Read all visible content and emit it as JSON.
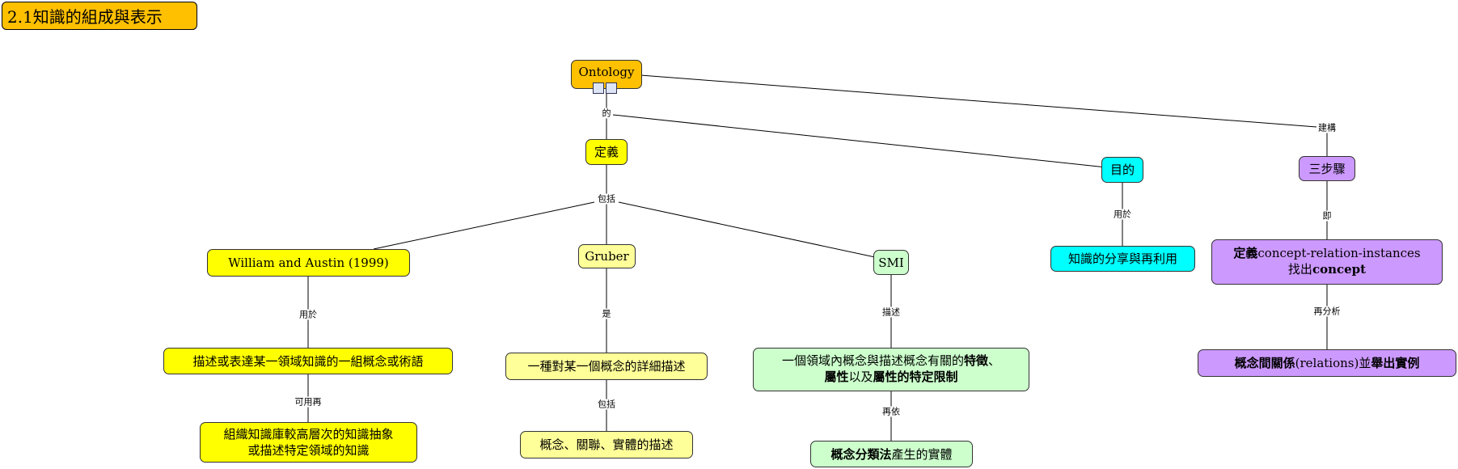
{
  "title": "2.1知識的組成與表示",
  "colors": {
    "orange": "#FFC000",
    "yellow": "#FFFF00",
    "light_yellow": "#FFFF99",
    "light_green": "#CCFFCC",
    "cyan": "#00FFFF",
    "purple": "#CC99FF"
  },
  "nodes": {
    "ontology": "Ontology",
    "definition": "定義",
    "purpose": "目的",
    "three_steps": "三步驟",
    "william": "William and Austin (1999)",
    "gruber": "Gruber",
    "smi": "SMI",
    "william_desc": "描述或表達某一領域知識的一組概念或術語",
    "william_desc2_line1": "組織知識庫較高層次的知識抽象",
    "william_desc2_line2": "或描述特定領域的知識",
    "gruber_desc": "一種對某一個概念的詳細描述",
    "gruber_desc2": "概念、關聯、實體的描述",
    "smi_desc_a": "一個領域內概念與描述概念有關的",
    "smi_desc_b": "特徵",
    "smi_desc_c": "、",
    "smi_desc_d": "屬性",
    "smi_desc_e": "以及",
    "smi_desc_f": "屬性的特定限制",
    "smi_desc2_a": "概念分類法",
    "smi_desc2_b": "產生的實體",
    "purpose_desc": "知識的分享與再利用",
    "steps_desc_a": "定義",
    "steps_desc_b": "concept-relation-instances",
    "steps_desc_c": "找出",
    "steps_desc_d": "concept",
    "steps_desc2_a": "概念間關係",
    "steps_desc2_b": "(relations)並",
    "steps_desc2_c": "舉出實例"
  },
  "links": {
    "of": "的",
    "build": "建構",
    "include1": "包括",
    "used_for1": "用於",
    "is": "是",
    "describe": "描述",
    "used_for2": "用於",
    "namely": "即",
    "can_also": "可用再",
    "include2": "包括",
    "then_by": "再依",
    "reanalyze": "再分析"
  }
}
